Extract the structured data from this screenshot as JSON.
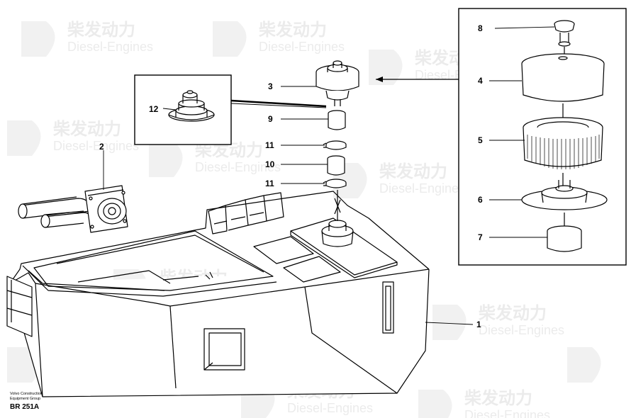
{
  "diagram": {
    "callouts": [
      {
        "id": "1",
        "label": "1"
      },
      {
        "id": "2",
        "label": "2"
      },
      {
        "id": "3",
        "label": "3"
      },
      {
        "id": "4",
        "label": "4"
      },
      {
        "id": "5",
        "label": "5"
      },
      {
        "id": "6",
        "label": "6"
      },
      {
        "id": "7",
        "label": "7"
      },
      {
        "id": "8",
        "label": "8"
      },
      {
        "id": "9",
        "label": "9"
      },
      {
        "id": "10",
        "label": "10"
      },
      {
        "id": "11a",
        "label": "11"
      },
      {
        "id": "11b",
        "label": "11"
      },
      {
        "id": "12",
        "label": "12"
      }
    ]
  },
  "footer": {
    "company_line1": "Volvo Construction",
    "company_line2": "Equipment Group",
    "drawing_code": "BR 251A"
  },
  "watermark": {
    "brand_cn": "柴发动力",
    "brand_en": "Diesel-Engines"
  }
}
